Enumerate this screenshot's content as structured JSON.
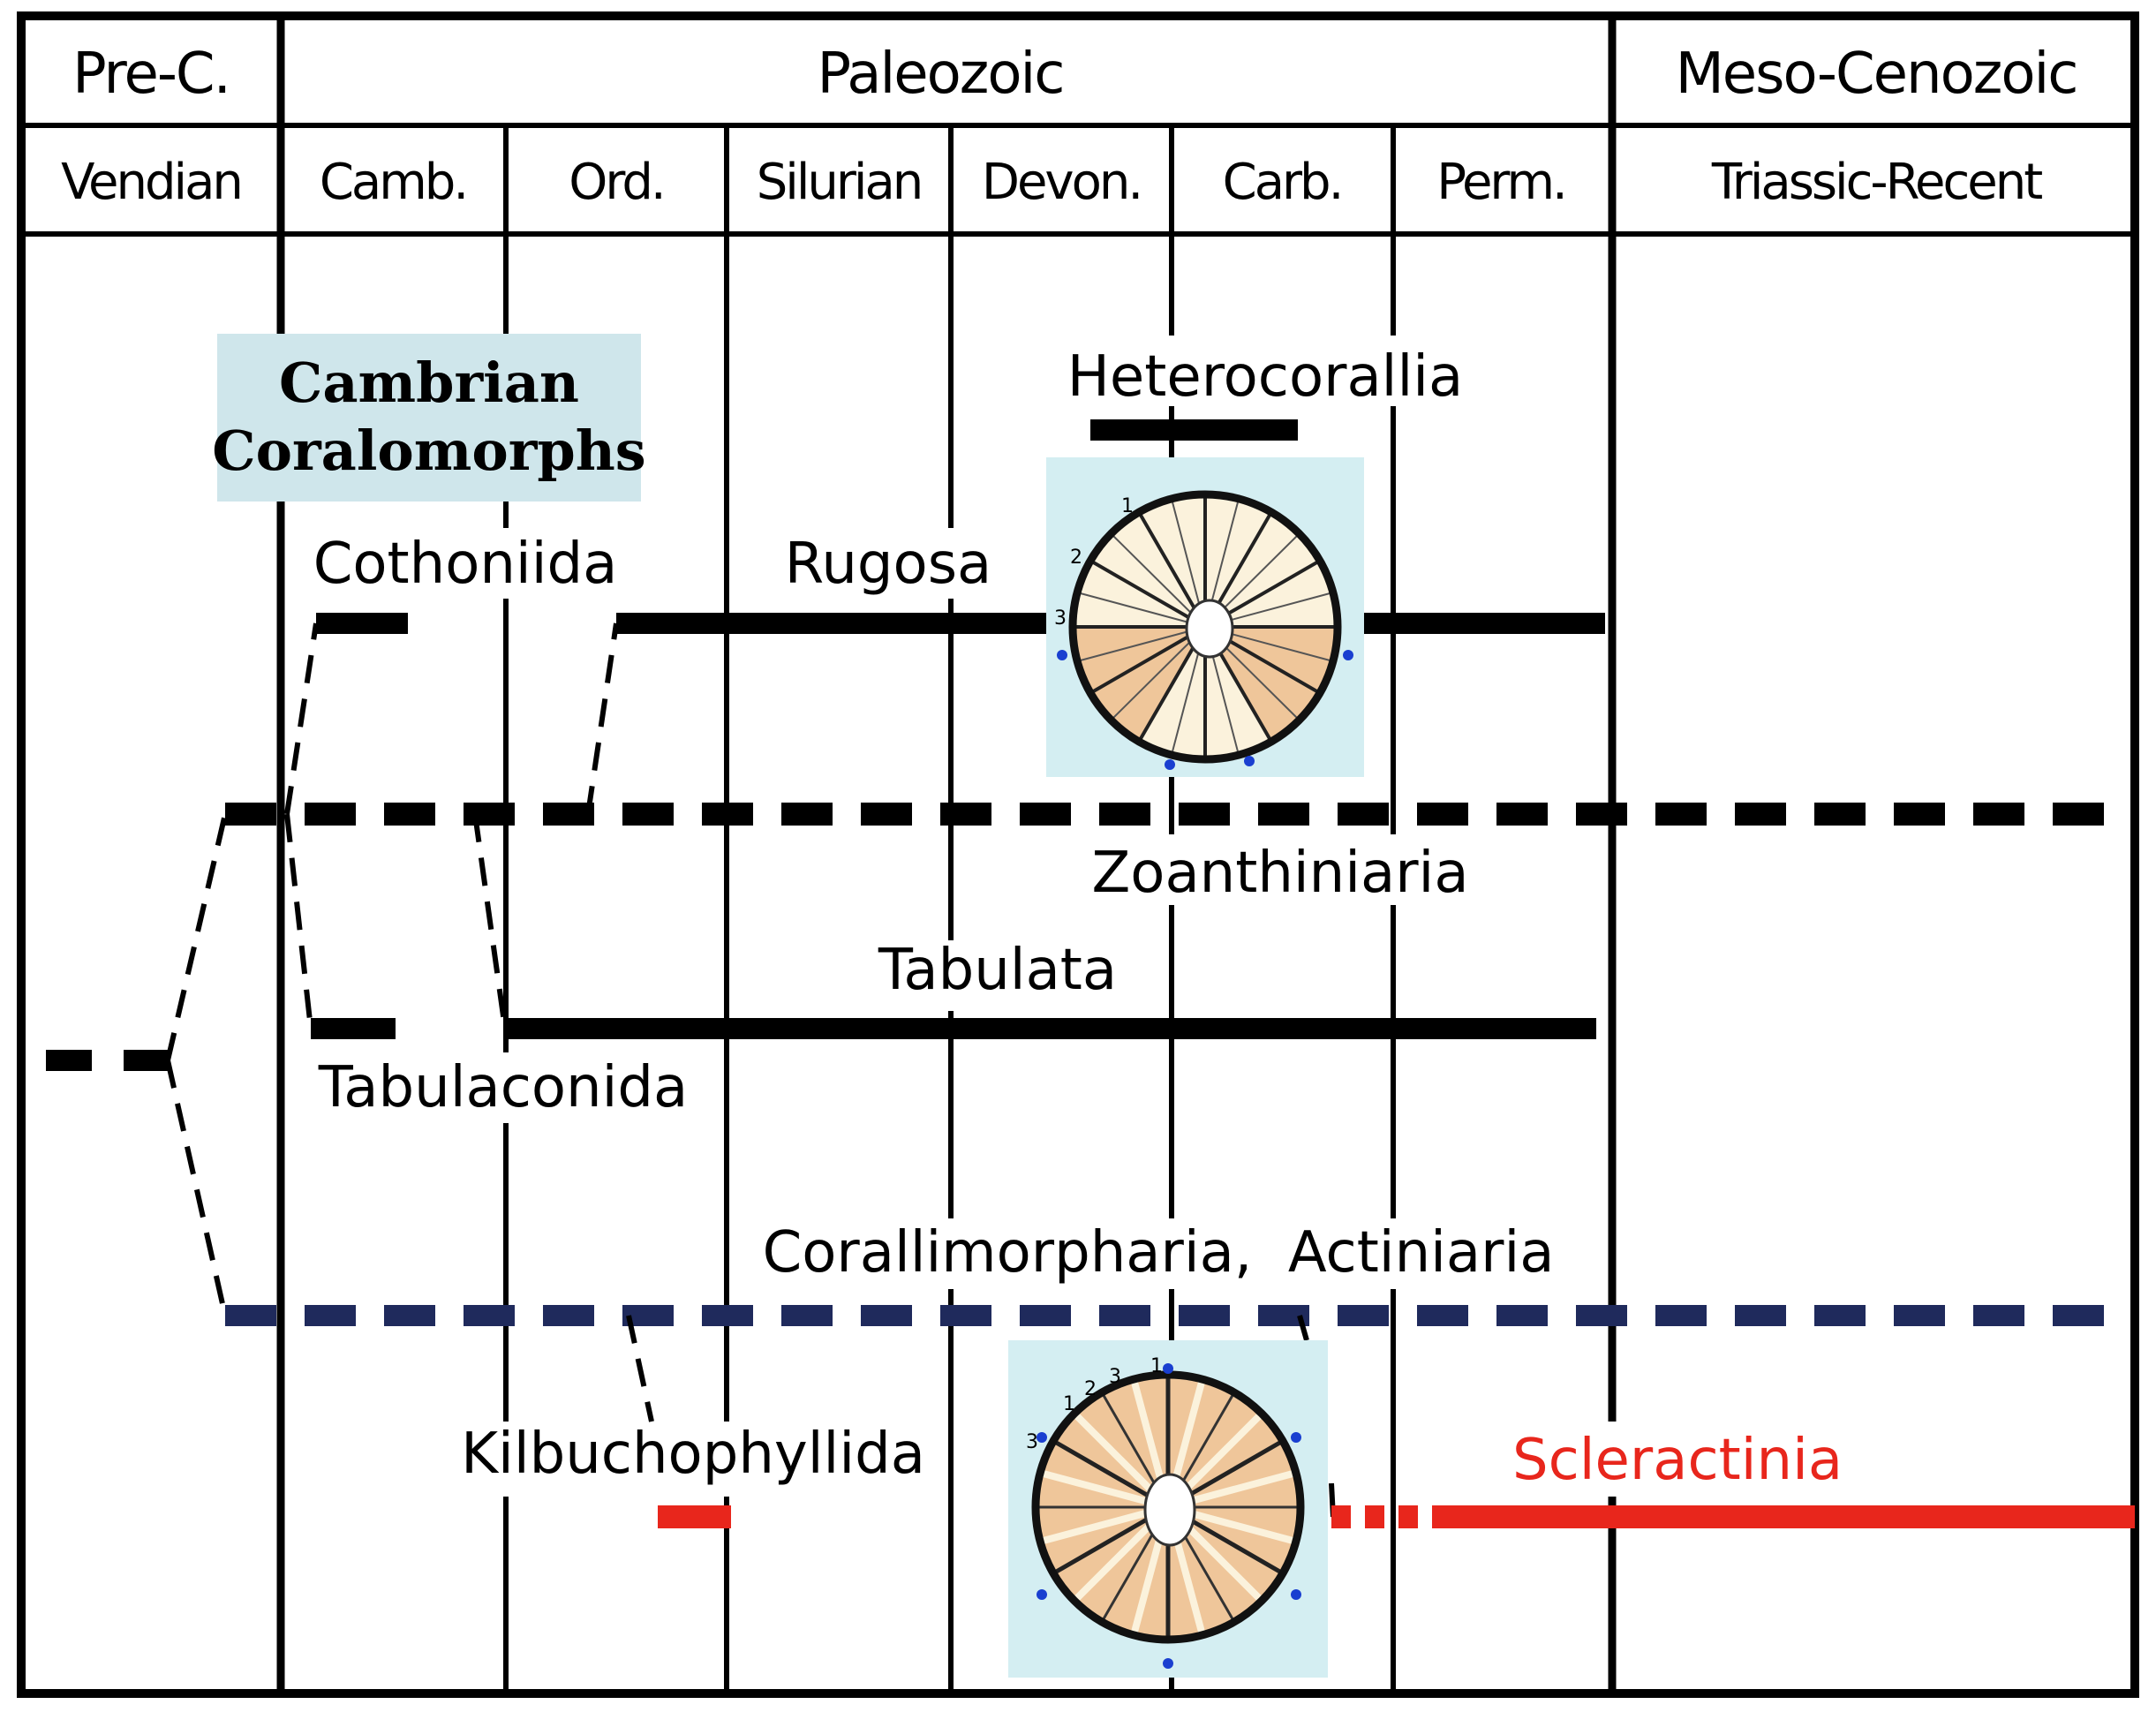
{
  "header": {
    "eras": [
      {
        "id": "pre-c",
        "label": "Pre-C."
      },
      {
        "id": "paleozoic",
        "label": "Paleozoic"
      },
      {
        "id": "meso-cenozoic",
        "label": "Meso-Cenozoic"
      }
    ],
    "periods": [
      {
        "id": "vendian",
        "label": "Vendian"
      },
      {
        "id": "cambrian",
        "label": "Camb."
      },
      {
        "id": "ordovician",
        "label": "Ord."
      },
      {
        "id": "silurian",
        "label": "Silurian"
      },
      {
        "id": "devonian",
        "label": "Devon."
      },
      {
        "id": "carboniferous",
        "label": "Carb."
      },
      {
        "id": "permian",
        "label": "Perm."
      },
      {
        "id": "triassic-recent",
        "label": "Triassic-Recent"
      }
    ]
  },
  "box": {
    "line1": "Cambrian",
    "line2": "Coralomorphs",
    "color": "#cfe6eb"
  },
  "taxa": {
    "heterocorallia": "Heterocorallia",
    "cothoniida": "Cothoniida",
    "rugosa": "Rugosa",
    "zoanthiniaria": "Zoanthiniaria",
    "tabulata": "Tabulata",
    "tabulaconida": "Tabulaconida",
    "corallimorpharia": "Corallimorpharia,  Actiniaria",
    "kilbuchophyllida": "Kilbuchophyllida",
    "scleractinia": "Scleractinia"
  },
  "colors": {
    "line": "#000000",
    "blue_dash": "#1f2a5c",
    "red": "#e8261c",
    "inset_bg": "#d4eef2",
    "septa_fill": "#efc69a",
    "cream": "#fbf2dc"
  },
  "figures": {
    "rugosa_septa_numbers": [
      "1",
      "2",
      "3"
    ],
    "scleractinia_septa_numbers": [
      "1",
      "2",
      "3",
      "3",
      "1"
    ]
  }
}
